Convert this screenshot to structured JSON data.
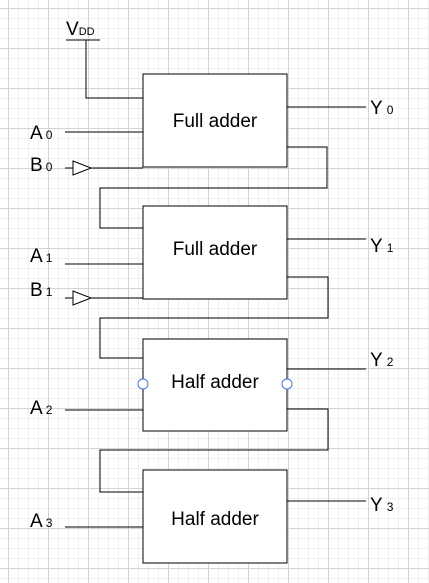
{
  "supply": {
    "name": "V",
    "sub": "DD"
  },
  "blocks": [
    {
      "label": "Full adder"
    },
    {
      "label": "Full adder"
    },
    {
      "label": "Half adder"
    },
    {
      "label": "Half adder"
    }
  ],
  "inputs": [
    {
      "name": "A",
      "sub": "0"
    },
    {
      "name": "B",
      "sub": "0"
    },
    {
      "name": "A",
      "sub": "1"
    },
    {
      "name": "B",
      "sub": "1"
    },
    {
      "name": "A",
      "sub": "2"
    },
    {
      "name": "A",
      "sub": "3"
    }
  ],
  "outputs": [
    {
      "name": "Y",
      "sub": "0"
    },
    {
      "name": "Y",
      "sub": "1"
    },
    {
      "name": "Y",
      "sub": "2"
    },
    {
      "name": "Y",
      "sub": "3"
    }
  ]
}
